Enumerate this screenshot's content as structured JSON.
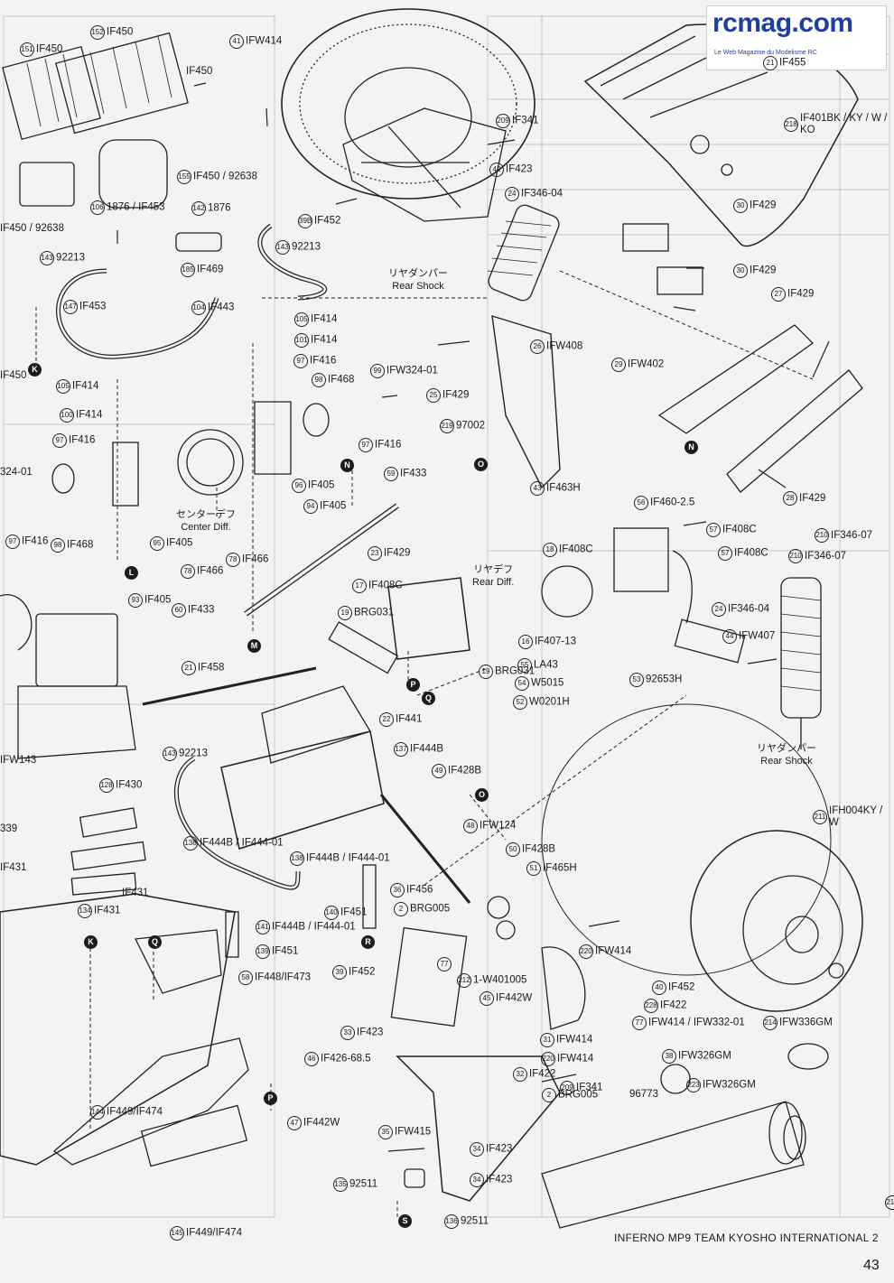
{
  "logo": {
    "brand": "rcmag.com",
    "tagline": "Le Web Magazine du Modelisme RC"
  },
  "footer": {
    "model": "INFERNO MP9 TEAM KYOSHO INTERNATIONAL 2",
    "page_number": "43"
  },
  "captions": {
    "rear_shock_jp": "リヤダンパー",
    "rear_shock_en": "Rear Shock",
    "center_diff_jp": "センターデフ",
    "center_diff_en": "Center Diff.",
    "rear_diff_jp": "リヤデフ",
    "rear_diff_en": "Rear Diff.",
    "rear_shock2_jp": "リヤダンパー",
    "rear_shock2_en": "Rear Shock"
  },
  "markers": [
    "K",
    "L",
    "M",
    "N",
    "O",
    "P",
    "Q",
    "R",
    "S"
  ],
  "parts": [
    {
      "n": "151",
      "code": "IF450"
    },
    {
      "n": "152",
      "code": "IF450"
    },
    {
      "n": "",
      "code": "IF450"
    },
    {
      "n": "155",
      "code": "IF450 / 92638"
    },
    {
      "n": "106",
      "code": "1876 / IF453"
    },
    {
      "n": "142",
      "code": "1876"
    },
    {
      "n": "185",
      "code": "IF469"
    },
    {
      "n": "143",
      "code": "92213"
    },
    {
      "n": "147",
      "code": "IF453"
    },
    {
      "n": "104",
      "code": "IF443"
    },
    {
      "n": "",
      "code": "IF450 / 92638"
    },
    {
      "n": "",
      "code": "IF450"
    },
    {
      "n": "105",
      "code": "IF414"
    },
    {
      "n": "100",
      "code": "IF414"
    },
    {
      "n": "97",
      "code": "IF416"
    },
    {
      "n": "",
      "code": "324-01"
    },
    {
      "n": "97",
      "code": "IF416"
    },
    {
      "n": "98",
      "code": "IF468"
    },
    {
      "n": "95",
      "code": "IF405"
    },
    {
      "n": "78",
      "code": "IF466"
    },
    {
      "n": "93",
      "code": "IF405"
    },
    {
      "n": "105",
      "code": "IF414"
    },
    {
      "n": "101",
      "code": "IF414"
    },
    {
      "n": "97",
      "code": "IF416"
    },
    {
      "n": "98",
      "code": "IF468"
    },
    {
      "n": "99",
      "code": "IFW324-01"
    },
    {
      "n": "97",
      "code": "IF416"
    },
    {
      "n": "96",
      "code": "IF405"
    },
    {
      "n": "94",
      "code": "IF405"
    },
    {
      "n": "78",
      "code": "IF466"
    },
    {
      "n": "60",
      "code": "IF433"
    },
    {
      "n": "59",
      "code": "IF433"
    },
    {
      "n": "41",
      "code": "IFW414"
    },
    {
      "n": "209",
      "code": "IF341"
    },
    {
      "n": "42",
      "code": "IF423"
    },
    {
      "n": "24",
      "code": "IF346-04"
    },
    {
      "n": "39B",
      "code": "IF452"
    },
    {
      "n": "143",
      "code": "92213"
    },
    {
      "n": "25",
      "code": "IF429"
    },
    {
      "n": "219",
      "code": "97002"
    },
    {
      "n": "26",
      "code": "IFW408"
    },
    {
      "n": "43",
      "code": "IF463H"
    },
    {
      "n": "23",
      "code": "IF429"
    },
    {
      "n": "17",
      "code": "IF408C"
    },
    {
      "n": "19",
      "code": "BRG031"
    },
    {
      "n": "19",
      "code": "BRG031"
    },
    {
      "n": "16",
      "code": "IF407-13"
    },
    {
      "n": "55",
      "code": "LA43"
    },
    {
      "n": "54",
      "code": "W5015"
    },
    {
      "n": "52",
      "code": "W0201H"
    },
    {
      "n": "53",
      "code": "92653H"
    },
    {
      "n": "18",
      "code": "IF408C"
    },
    {
      "n": "56",
      "code": "IF460-2.5"
    },
    {
      "n": "57",
      "code": "IF408C"
    },
    {
      "n": "57",
      "code": "IF408C"
    },
    {
      "n": "210",
      "code": "IF346-07"
    },
    {
      "n": "24",
      "code": "IF346-04"
    },
    {
      "n": "44",
      "code": "IFW407"
    },
    {
      "n": "210",
      "code": "IF346-07"
    },
    {
      "n": "30",
      "code": "IF429"
    },
    {
      "n": "30",
      "code": "IF429"
    },
    {
      "n": "218",
      "code": "IF401BK / KY / W / KO"
    },
    {
      "n": "21",
      "code": "IF455"
    },
    {
      "n": "27",
      "code": "IF429"
    },
    {
      "n": "29",
      "code": "IFW402"
    },
    {
      "n": "28",
      "code": "IF429"
    },
    {
      "n": "211",
      "code": "IFH004KY / W"
    },
    {
      "n": "21",
      "code": "IF458"
    },
    {
      "n": "22",
      "code": "IF441"
    },
    {
      "n": "137",
      "code": "IF444B"
    },
    {
      "n": "143",
      "code": "92213"
    },
    {
      "n": "128",
      "code": "IF430"
    },
    {
      "n": "138",
      "code": "IF444B / IF444-01"
    },
    {
      "n": "138",
      "code": "IF444B / IF444-01"
    },
    {
      "n": "141",
      "code": "IF444B / IF444-01"
    },
    {
      "n": "140",
      "code": "IF451"
    },
    {
      "n": "139",
      "code": "IF451"
    },
    {
      "n": "134",
      "code": "IF431"
    },
    {
      "n": "",
      "code": "IF431"
    },
    {
      "n": "",
      "code": "IF431"
    },
    {
      "n": "",
      "code": "IFW143"
    },
    {
      "n": "58",
      "code": "IF448/IF473"
    },
    {
      "n": "144",
      "code": "IF449/IF474"
    },
    {
      "n": "145",
      "code": "IF449/IF474"
    },
    {
      "n": "49",
      "code": "IF428B"
    },
    {
      "n": "48",
      "code": "IFW124"
    },
    {
      "n": "50",
      "code": "IF428B"
    },
    {
      "n": "51",
      "code": "IF465H"
    },
    {
      "n": "36",
      "code": "IF456"
    },
    {
      "n": "2",
      "code": "BRG005"
    },
    {
      "n": "39",
      "code": "IF452"
    },
    {
      "n": "212",
      "code": "1-W401005"
    },
    {
      "n": "45",
      "code": "IF442W"
    },
    {
      "n": "33",
      "code": "IF423"
    },
    {
      "n": "46",
      "code": "IF426-68.5"
    },
    {
      "n": "47",
      "code": "IF442W"
    },
    {
      "n": "35",
      "code": "IFW415"
    },
    {
      "n": "135",
      "code": "92511"
    },
    {
      "n": "136",
      "code": "92511"
    },
    {
      "n": "34",
      "code": "IF423"
    },
    {
      "n": "34",
      "code": "IF423"
    },
    {
      "n": "209",
      "code": "IF341"
    },
    {
      "n": "32",
      "code": "IF422"
    },
    {
      "n": "2",
      "code": "BRG005"
    },
    {
      "n": "",
      "code": "96773"
    },
    {
      "n": "220",
      "code": "IFW414"
    },
    {
      "n": "31",
      "code": "IFW414"
    },
    {
      "n": "77",
      "code": "IFW414 / IFW332-01"
    },
    {
      "n": "228",
      "code": "IF422"
    },
    {
      "n": "40",
      "code": "IF452"
    },
    {
      "n": "220",
      "code": "IFW414"
    },
    {
      "n": "38",
      "code": "IFW326GM"
    },
    {
      "n": "223",
      "code": "IFW326GM"
    },
    {
      "n": "214",
      "code": "IFW336GM"
    },
    {
      "n": "216",
      "code": ""
    },
    {
      "n": "77",
      "code": ""
    },
    {
      "n": "",
      "code": "339"
    }
  ]
}
